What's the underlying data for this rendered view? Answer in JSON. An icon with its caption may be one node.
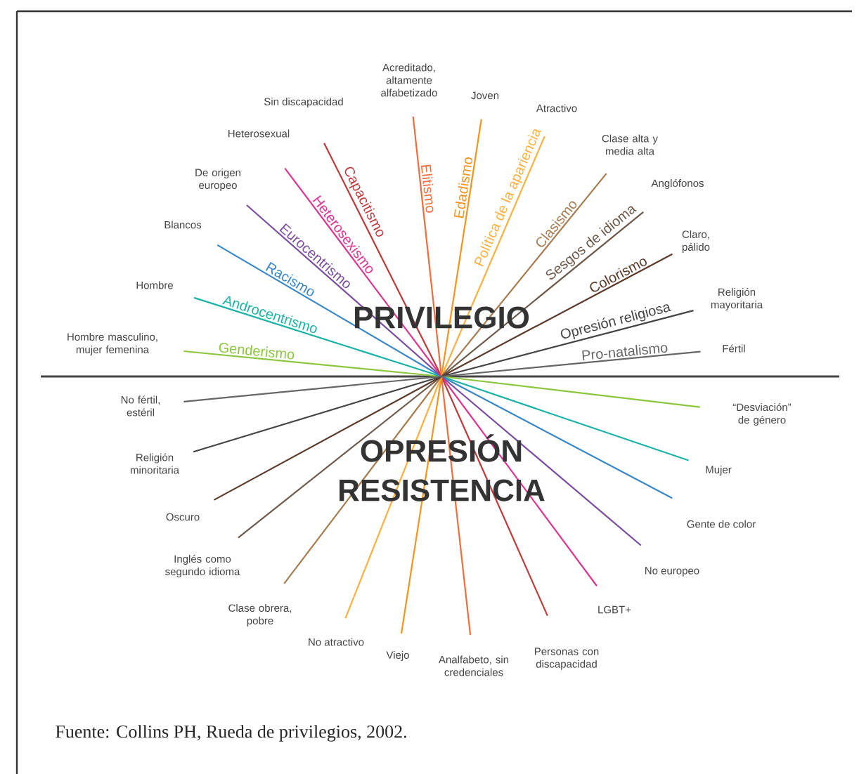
{
  "diagram": {
    "caption": "Fuente: Collins PH, Rueda de privilegios, 2002.",
    "nodes": [
      {
        "text": [
          "Hombre masculino, mujer femenina"
        ]
      },
      {
        "text": [
          "Hombre"
        ]
      },
      {
        "text": [
          "Blancos"
        ]
      },
      {
        "text": [
          "De origen europeo"
        ]
      },
      {
        "text": [
          "Heterosexual"
        ]
      },
      {
        "text": [
          "Sin discapacidad"
        ]
      },
      {
        "text": [
          "Acreditado, altamente alfabetizado"
        ]
      },
      {
        "text": [
          "Joven"
        ]
      },
      {
        "text": [
          "Atractivo"
        ]
      },
      {
        "text": [
          "Clase alta y media alta"
        ]
      },
      {
        "text": [
          "Anglófonos"
        ]
      },
      {
        "text": [
          "Claro, pálido"
        ]
      },
      {
        "text": [
          "Religión mayoritaria"
        ]
      },
      {
        "text": [
          "Fértil"
        ]
      },
      {
        "text": [
          "No fértil, estéril"
        ]
      },
      {
        "text": [
          "Religión minoritaria"
        ]
      },
      {
        "text": [
          "Oscuro"
        ]
      },
      {
        "text": [
          "Inglés como segundo idioma"
        ]
      },
      {
        "text": [
          "Clase obrera, pobre"
        ]
      },
      {
        "text": [
          "No atractivo"
        ]
      },
      {
        "text": [
          "Viejo"
        ]
      },
      {
        "text": [
          "Analfabeto, sin credenciales"
        ]
      },
      {
        "text": [
          "Personas con discapacidad"
        ]
      },
      {
        "text": [
          "LGBT+"
        ]
      },
      {
        "text": [
          "No europeo"
        ]
      },
      {
        "text": [
          "Gente de color"
        ]
      },
      {
        "text": [
          "Mujer"
        ]
      },
      {
        "text": [
          "“Desviación” de género"
        ]
      }
    ],
    "edges": [
      {
        "from": 0,
        "to": 27,
        "arrow": "none",
        "label": "Genderismo",
        "color": "#8cc63f"
      },
      {
        "from": 1,
        "to": 26,
        "arrow": "none",
        "label": "Androcentrismo",
        "color": "#1ab3a6"
      },
      {
        "from": 2,
        "to": 25,
        "arrow": "none",
        "label": "Racismo",
        "color": "#3a87c8"
      },
      {
        "from": 3,
        "to": 24,
        "arrow": "none",
        "label": "Eurocentrismo",
        "color": "#7b4fa0"
      },
      {
        "from": 4,
        "to": 23,
        "arrow": "none",
        "label": "Heterosexismo",
        "color": "#e0338f"
      },
      {
        "from": 5,
        "to": 22,
        "arrow": "none",
        "label": "Capacitismo",
        "color": "#c0393b"
      },
      {
        "from": 6,
        "to": 21,
        "arrow": "none",
        "label": "Elitismo",
        "color": "#f26b3a"
      },
      {
        "from": 7,
        "to": 20,
        "arrow": "none",
        "label": "Edadismo",
        "color": "#f7941d"
      },
      {
        "from": 8,
        "to": 19,
        "arrow": "none",
        "label": "Política de la apariencia",
        "color": "#fbb040"
      },
      {
        "from": 9,
        "to": 18,
        "arrow": "none",
        "label": "Clasismo",
        "color": "#a67c52"
      },
      {
        "from": 10,
        "to": 17,
        "arrow": "none",
        "label": "Sesgos de idioma",
        "color": "#6d5a4a"
      },
      {
        "from": 11,
        "to": 16,
        "arrow": "none",
        "label": "Colorismo",
        "color": "#5b3a29"
      },
      {
        "from": 12,
        "to": 15,
        "arrow": "none",
        "label": "Opresión religiosa",
        "color": "#444444"
      },
      {
        "from": 13,
        "to": 14,
        "arrow": "none",
        "label": "Pro-natalismo",
        "color": "#666666"
      }
    ],
    "labels": [
      "PRIVILEGIO",
      "OPRESIÓN RESISTENCIA"
    ]
  }
}
